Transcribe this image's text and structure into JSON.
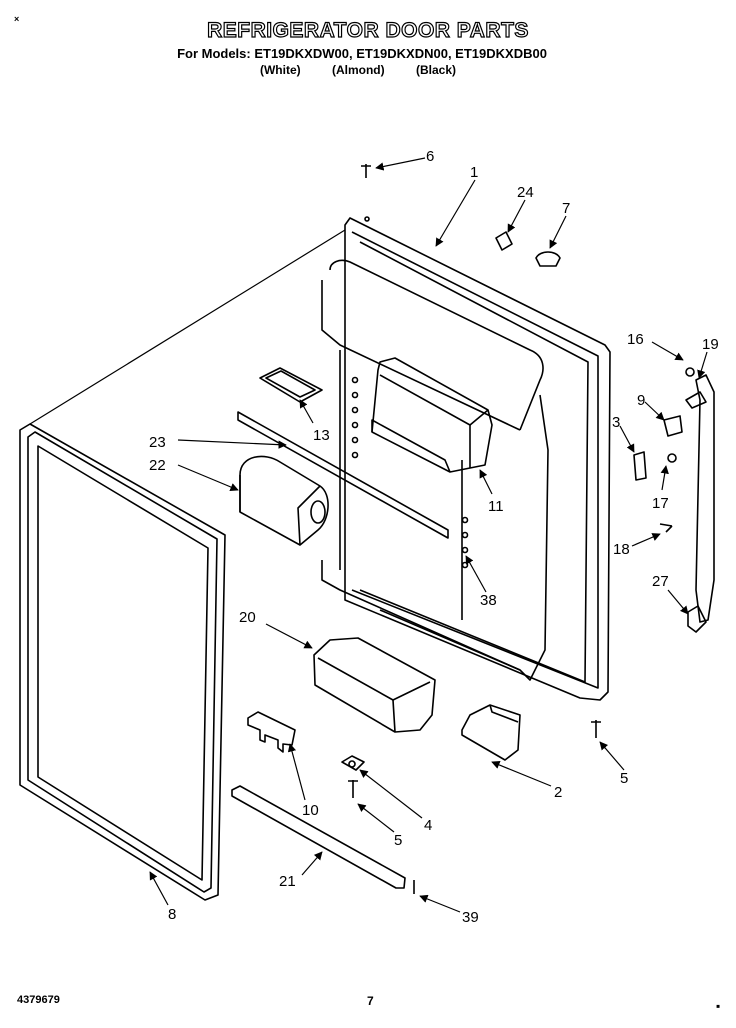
{
  "header": {
    "title": "REFRIGERATOR DOOR PARTS",
    "models_line": "For Models: ET19DKXDW00, ET19DKXDN00, ET19DKXDB00",
    "colors": [
      "(White)",
      "(Almond)",
      "(Black)"
    ]
  },
  "footer": {
    "doc_number": "4379679",
    "page_number": "7",
    "corner_mark_top": "×",
    "corner_mark_bottom": "▪"
  },
  "callouts": {
    "c1": "1",
    "c2": "2",
    "c3": "3",
    "c4": "4",
    "c5a": "5",
    "c5b": "5",
    "c6": "6",
    "c7": "7",
    "c8": "8",
    "c9": "9",
    "c10": "10",
    "c11": "11",
    "c13": "13",
    "c16": "16",
    "c17": "17",
    "c18": "18",
    "c19": "19",
    "c20": "20",
    "c21": "21",
    "c22": "22",
    "c23": "23",
    "c24": "24",
    "c27": "27",
    "c38": "38",
    "c39": "39"
  }
}
